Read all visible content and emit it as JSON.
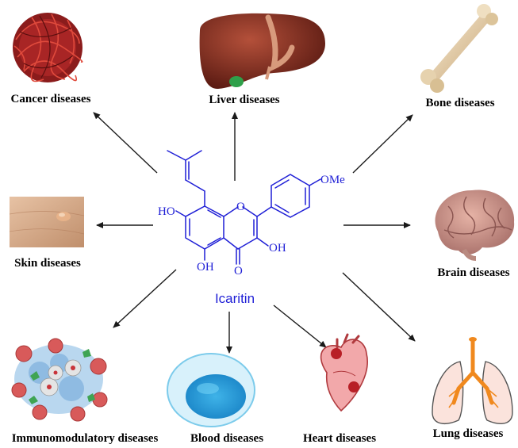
{
  "compound": {
    "name": "Icaritin",
    "groups": {
      "ome": "OMe",
      "ho_left": "HO",
      "oh_right": "OH",
      "oh_bottom": "OH",
      "ring_o": "O",
      "carbonyl_o": "O"
    }
  },
  "diseases": [
    {
      "id": "cancer",
      "label": "Cancer diseases",
      "icon": "cancer-cells-icon"
    },
    {
      "id": "liver",
      "label": "Liver diseases",
      "icon": "liver-icon"
    },
    {
      "id": "bone",
      "label": "Bone diseases",
      "icon": "bone-icon"
    },
    {
      "id": "skin",
      "label": "Skin diseases",
      "icon": "skin-icon"
    },
    {
      "id": "brain",
      "label": "Brain diseases",
      "icon": "brain-icon"
    },
    {
      "id": "immuno",
      "label": "Immunomodulatory diseases",
      "icon": "immune-cells-icon"
    },
    {
      "id": "blood",
      "label": "Blood diseases",
      "icon": "blood-cell-icon"
    },
    {
      "id": "heart",
      "label": "Heart diseases",
      "icon": "heart-icon"
    },
    {
      "id": "lung",
      "label": "Lung diseases",
      "icon": "lungs-icon"
    }
  ],
  "colors": {
    "structure": "#1f1fd6",
    "arrow": "#1a1a1a",
    "label": "#000000"
  }
}
